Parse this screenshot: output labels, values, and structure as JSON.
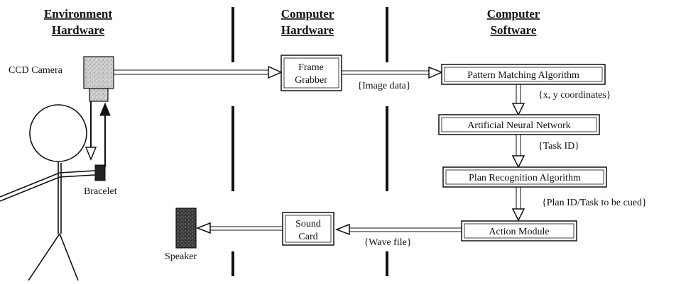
{
  "headers": {
    "environment_line1": "Environment",
    "environment_line2": "Hardware",
    "computer_hw_line1": "Computer",
    "computer_hw_line2": "Hardware",
    "computer_sw_line1": "Computer",
    "computer_sw_line2": "Software"
  },
  "devices": {
    "camera": "CCD Camera",
    "bracelet": "Bracelet",
    "speaker": "Speaker"
  },
  "boxes": {
    "frame_grabber_line1": "Frame",
    "frame_grabber_line2": "Grabber",
    "sound_card_line1": "Sound",
    "sound_card_line2": "Card",
    "pattern_matching": "Pattern Matching Algorithm",
    "neural_network": "Artificial Neural Network",
    "plan_recognition": "Plan Recognition Algorithm",
    "action_module": "Action Module"
  },
  "flow_labels": {
    "image_data": "{Image data}",
    "xy_coords": "{x, y coordinates}",
    "task_id": "{Task ID}",
    "plan_id": "{Plan ID/Task to be cued}",
    "wave_file": "{Wave file}"
  },
  "colors": {
    "ink": "#111111",
    "camera_fill": "#cfcfcf",
    "speaker_fill": "#444444",
    "bracelet_fill": "#222222"
  }
}
